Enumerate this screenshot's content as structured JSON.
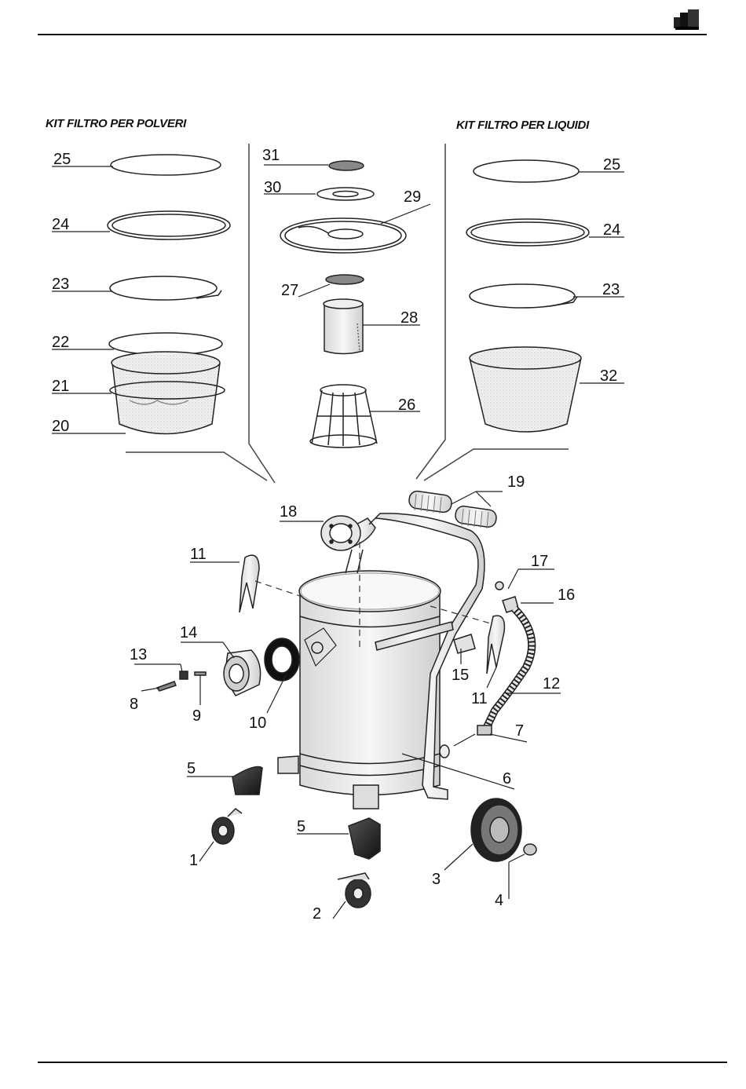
{
  "kits": {
    "dust_filter_title": "KIT FILTRO PER POLVERI",
    "liquid_filter_title": "KIT FILTRO PER LIQUIDI"
  },
  "callouts": {
    "c25a": "25",
    "c24a": "24",
    "c23a": "23",
    "c22": "22",
    "c21": "21",
    "c20": "20",
    "c31": "31",
    "c30": "30",
    "c29": "29",
    "c27": "27",
    "c28": "28",
    "c26": "26",
    "c25b": "25",
    "c24b": "24",
    "c23b": "23",
    "c32": "32",
    "c19": "19",
    "c18": "18",
    "c17": "17",
    "c16": "16",
    "c11a": "11",
    "c11b": "11",
    "c14": "14",
    "c13": "13",
    "c15": "15",
    "c12": "12",
    "c8": "8",
    "c9": "9",
    "c10": "10",
    "c7": "7",
    "c5a": "5",
    "c5b": "5",
    "c6": "6",
    "c1": "1",
    "c2": "2",
    "c3": "3",
    "c4": "4"
  },
  "icons": {
    "header_logo": "brand-logo-icon"
  }
}
